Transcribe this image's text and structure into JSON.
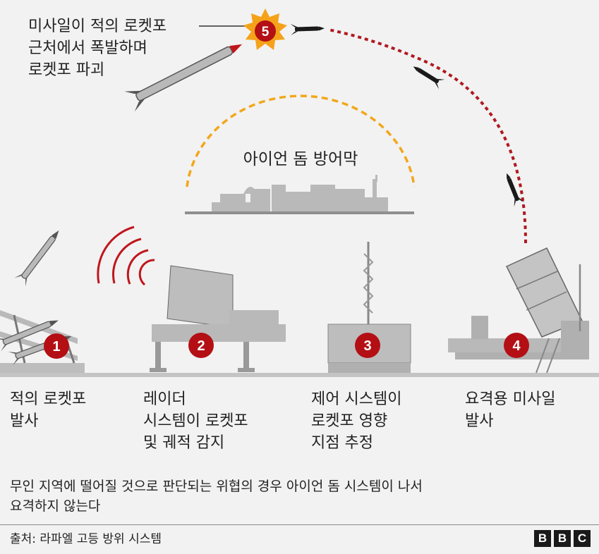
{
  "colors": {
    "background": "#f2f2f2",
    "red_marker": "#b30f14",
    "trajectory": "#b01920",
    "dome": "#f2a71b",
    "explosion": "#f5a21a",
    "equipment": "#b9b9b9",
    "ground": "#c4c4c4"
  },
  "explosion": {
    "number": "5",
    "caption": [
      "미사일이 적의 로켓포",
      "근처에서 폭발하며",
      "로켓포 파괴"
    ]
  },
  "dome": {
    "label": "아이언 돔 방어막"
  },
  "steps": [
    {
      "number": "1",
      "lines": [
        "적의 로켓포",
        "발사"
      ]
    },
    {
      "number": "2",
      "lines": [
        "레이더",
        "시스템이 로켓포",
        "및 궤적 감지"
      ]
    },
    {
      "number": "3",
      "lines": [
        "제어 시스템이",
        "로켓포 영향",
        "지점 추정"
      ]
    },
    {
      "number": "4",
      "lines": [
        "요격용 미사일",
        "발사"
      ]
    }
  ],
  "note": [
    "무인 지역에 떨어질 것으로 판단되는 위협의 경우 아이언 돔 시스템이 나서",
    "요격하지 않는다"
  ],
  "source": "출처: 라파엘 고등 방위 시스템",
  "logo": [
    "B",
    "B",
    "C"
  ]
}
